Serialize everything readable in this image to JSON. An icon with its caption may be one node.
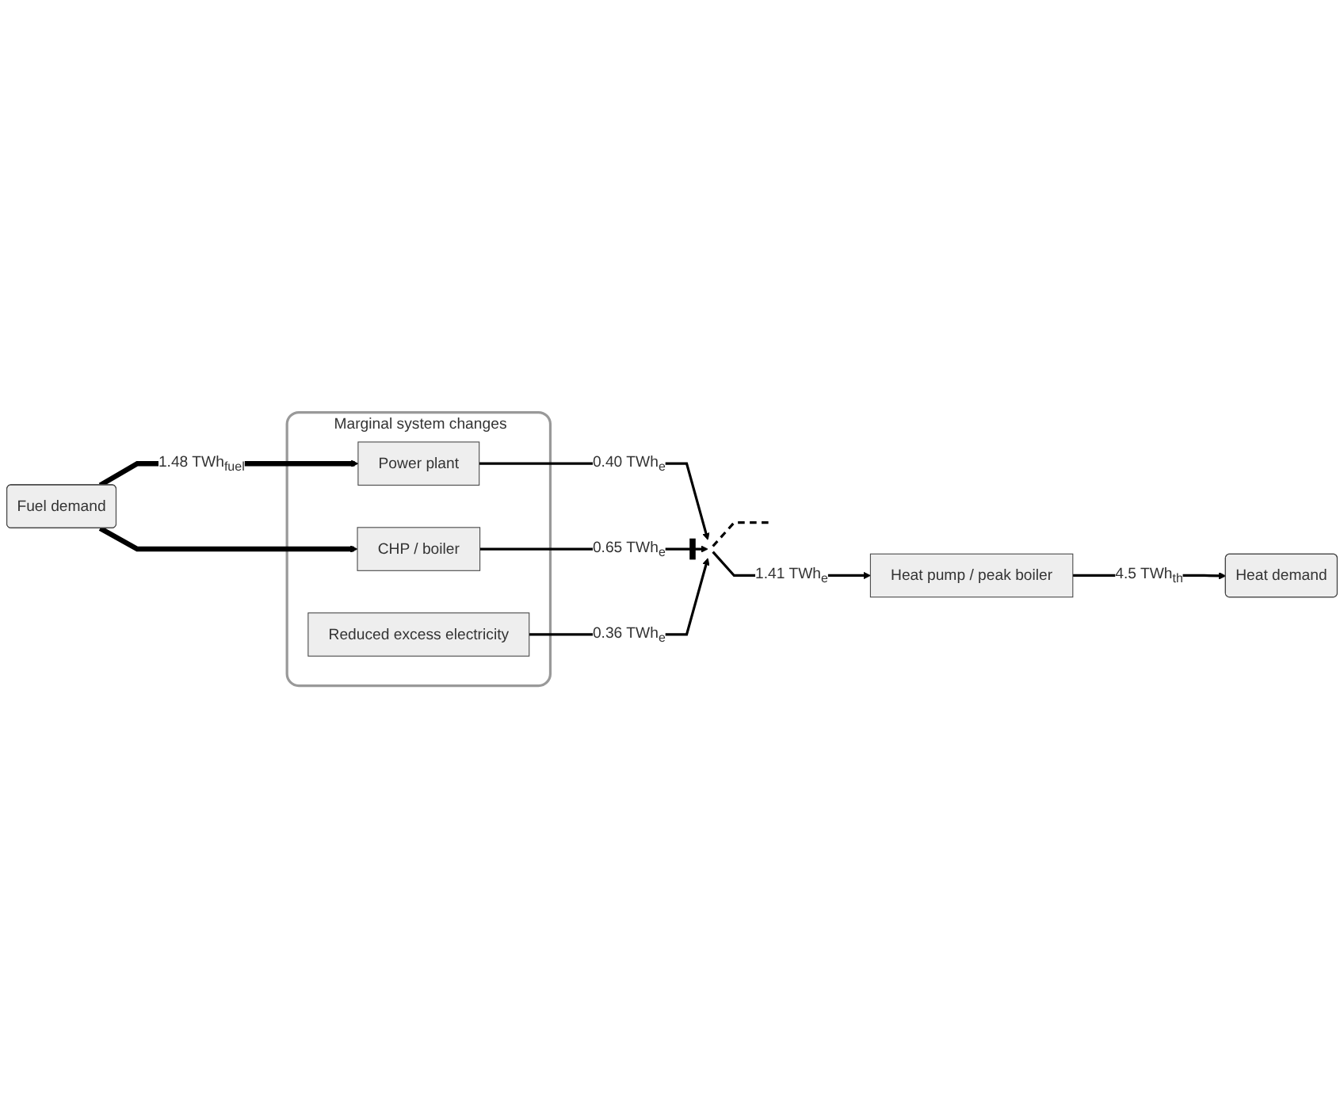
{
  "diagram": {
    "nodes": [
      {
        "text": [
          "Heat pump / peak boiler"
        ]
      },
      {
        "text": [
          "Heat demand"
        ]
      },
      {
        "text": [
          "Marginal system changes"
        ]
      },
      {
        "text": [
          "Fuel demand"
        ]
      },
      {
        "text": [
          "Power plant"
        ],
        "in": 2
      },
      {
        "text": [
          "CHP / boiler"
        ],
        "in": 2
      },
      {
        "text": [
          "Reduced excess electricity"
        ],
        "in": 2
      },
      {
        "text": [],
        "shape": "bar"
      }
    ],
    "edges": [
      {
        "from": 7,
        "to": 0,
        "arrow": "to",
        "label": "1.41 TWh$_{e}$"
      },
      {
        "from": 0,
        "to": 1,
        "arrow": "to",
        "label": "4.5 TWh$_{th}$"
      },
      {
        "from": 3,
        "to": 4,
        "arrow": "to",
        "label": "1.48 TWh$_{fuel}$",
        "style": "thick"
      },
      {
        "from": 3,
        "to": 5,
        "arrow": "to",
        "style": "thick"
      },
      {
        "from": 4,
        "to": 7,
        "arrow": "to",
        "label": "0.40 TWh$_{e}$"
      },
      {
        "from": 5,
        "to": 7,
        "arrow": "to",
        "label": "0.65 TWh$_{e}$"
      },
      {
        "from": 6,
        "to": 7,
        "arrow": "to",
        "label": "0.36 TWh$_{e}$"
      },
      {
        "from": 7,
        "to": null,
        "arrow": "none",
        "style": "dashed"
      }
    ]
  }
}
